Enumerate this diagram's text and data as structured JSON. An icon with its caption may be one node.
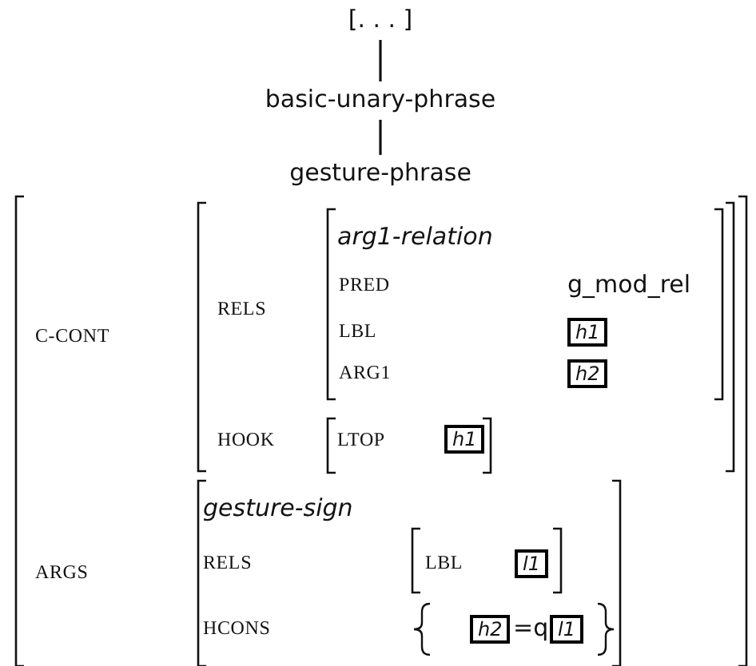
{
  "diagram": {
    "nodes": [
      {
        "text": [
          "[. . . ]"
        ]
      },
      {
        "text": [
          "basic-unary-phrase"
        ]
      },
      {
        "text": [
          "gesture-phrase"
        ]
      },
      {
        "text": [
          "h1"
        ]
      },
      {
        "text": [
          "h2"
        ]
      },
      {
        "text": [
          "h1"
        ]
      },
      {
        "text": [
          "l1"
        ]
      },
      {
        "text": [
          "h2"
        ]
      },
      {
        "text": [
          "l1"
        ]
      }
    ],
    "edges": [
      {
        "from": 0,
        "to": 1,
        "arrow": "none"
      },
      {
        "from": 1,
        "to": 2,
        "arrow": "none"
      }
    ],
    "labels": [
      "C-CONT",
      "RELS",
      "arg1-relation",
      "PRED",
      "g_mod_rel",
      "LBL",
      "ARG1",
      "HOOK",
      "LTOP",
      "ARGS",
      "gesture-sign",
      "RELS",
      "LBL",
      "HCONS",
      "=q"
    ]
  }
}
